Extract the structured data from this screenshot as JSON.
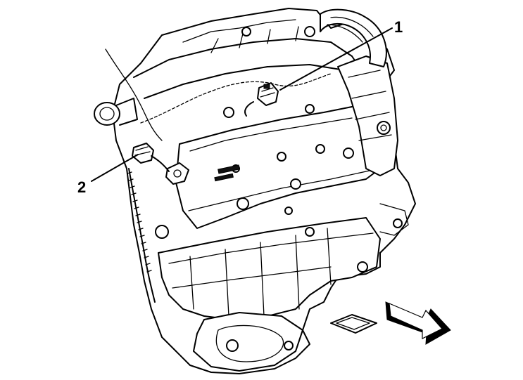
{
  "callouts": [
    {
      "id": "1",
      "label": "1"
    },
    {
      "id": "2",
      "label": "2"
    }
  ],
  "direction_arrow": "front-of-vehicle-arrow"
}
